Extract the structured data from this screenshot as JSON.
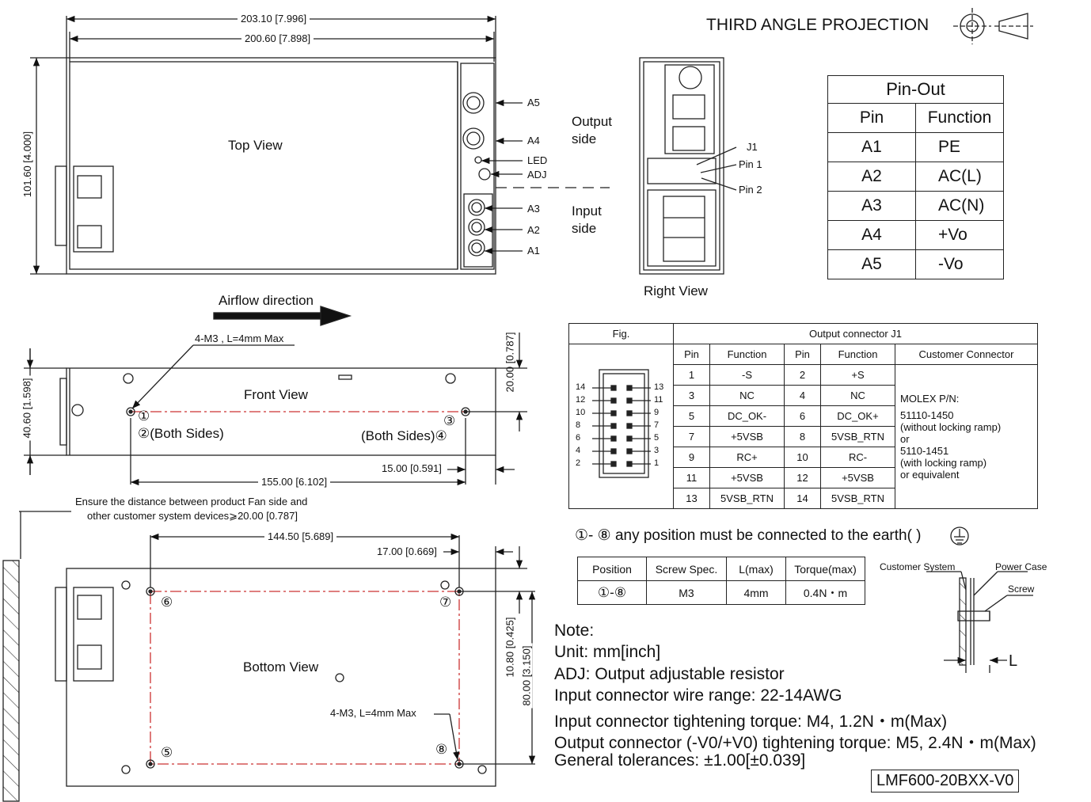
{
  "projection": {
    "label": "THIRD ANGLE PROJECTION"
  },
  "top_view": {
    "title": "Top View",
    "dim_overall": "203.10 [7.996]",
    "dim_inner": "200.60 [7.898]",
    "dim_height": "101.60 [4.000]",
    "labels": [
      "A5",
      "A4",
      "LED",
      "ADJ",
      "A3",
      "A2",
      "A1"
    ],
    "output_side": [
      "Output",
      "side"
    ],
    "input_side": [
      "Input",
      "side"
    ]
  },
  "right_view": {
    "title": "Right View",
    "labels": [
      "J1",
      "Pin 1",
      "Pin 2"
    ]
  },
  "airflow": "Airflow direction",
  "front_view": {
    "title": "Front View",
    "screw_note": "4-M3 , L=4mm Max",
    "dim_height": "40.60 [1.598]",
    "dim_right": "20.00 [0.787]",
    "dim_offset": "15.00 [0.591]",
    "dim_span": "155.00 [6.102]",
    "both_left": "②(Both Sides)",
    "both_right": "(Both Sides)④",
    "markers": [
      "①",
      "③"
    ]
  },
  "bottom_view": {
    "title": "Bottom View",
    "fan_note_1": "Ensure the distance between product Fan side and",
    "fan_note_2": "other customer system devices⩾20.00 [0.787]",
    "dim_span": "144.50 [5.689]",
    "dim_offset": "17.00 [0.669]",
    "dim_small": "10.80 [0.425]",
    "dim_large": "80.00 [3.150]",
    "screw_note": "4-M3, L=4mm Max",
    "markers": [
      "⑥",
      "⑦",
      "⑤",
      "⑧"
    ]
  },
  "pin_out": {
    "title": "Pin-Out",
    "headers": [
      "Pin",
      "Function"
    ],
    "rows": [
      [
        "A1",
        "PE"
      ],
      [
        "A2",
        "AC(L)"
      ],
      [
        "A3",
        "AC(N)"
      ],
      [
        "A4",
        "+Vo"
      ],
      [
        "A5",
        "-Vo"
      ]
    ]
  },
  "j1": {
    "fig": "Fig.",
    "title": "Output connector J1",
    "headers": [
      "Pin",
      "Function",
      "Pin",
      "Function",
      "Customer Connector"
    ],
    "rows": [
      [
        "1",
        "-S",
        "2",
        "+S"
      ],
      [
        "3",
        "NC",
        "4",
        "NC"
      ],
      [
        "5",
        "DC_OK-",
        "6",
        "DC_OK+"
      ],
      [
        "7",
        "+5VSB",
        "8",
        "5VSB_RTN"
      ],
      [
        "9",
        "RC+",
        "10",
        "RC-"
      ],
      [
        "11",
        "+5VSB",
        "12",
        "+5VSB"
      ],
      [
        "13",
        "5VSB_RTN",
        "14",
        "5VSB_RTN"
      ]
    ],
    "customer": [
      "MOLEX P/N:",
      "51110-1450",
      "(without locking ramp)",
      "or",
      "5110-1451",
      "(with locking ramp)",
      "or equivalent"
    ],
    "fig_left": [
      "14",
      "12",
      "10",
      "8",
      "6",
      "4",
      "2"
    ],
    "fig_right": [
      "13",
      "11",
      "9",
      "7",
      "5",
      "3",
      "1"
    ]
  },
  "earth_note": "①- ⑧ any position must be connected to the earth(   )",
  "screw_spec": {
    "headers": [
      "Position",
      "Screw Spec.",
      "L(max)",
      "Torque(max)"
    ],
    "row": [
      "①-⑧",
      "M3",
      "4mm",
      "0.4N・m"
    ]
  },
  "mount_labels": [
    "Customer System",
    "Power Case",
    "Screw",
    "L"
  ],
  "notes": [
    "Note:",
    "Unit: mm[inch]",
    "ADJ: Output adjustable resistor",
    "Input connector wire range: 22-14AWG",
    "Input connector tightening torque: M4, 1.2N・m(Max)",
    "Output connector (-V0/+V0) tightening torque: M5, 2.4N・m(Max)",
    "General tolerances: ±1.00[±0.039]"
  ],
  "model": "LMF600-20BXX-V0"
}
